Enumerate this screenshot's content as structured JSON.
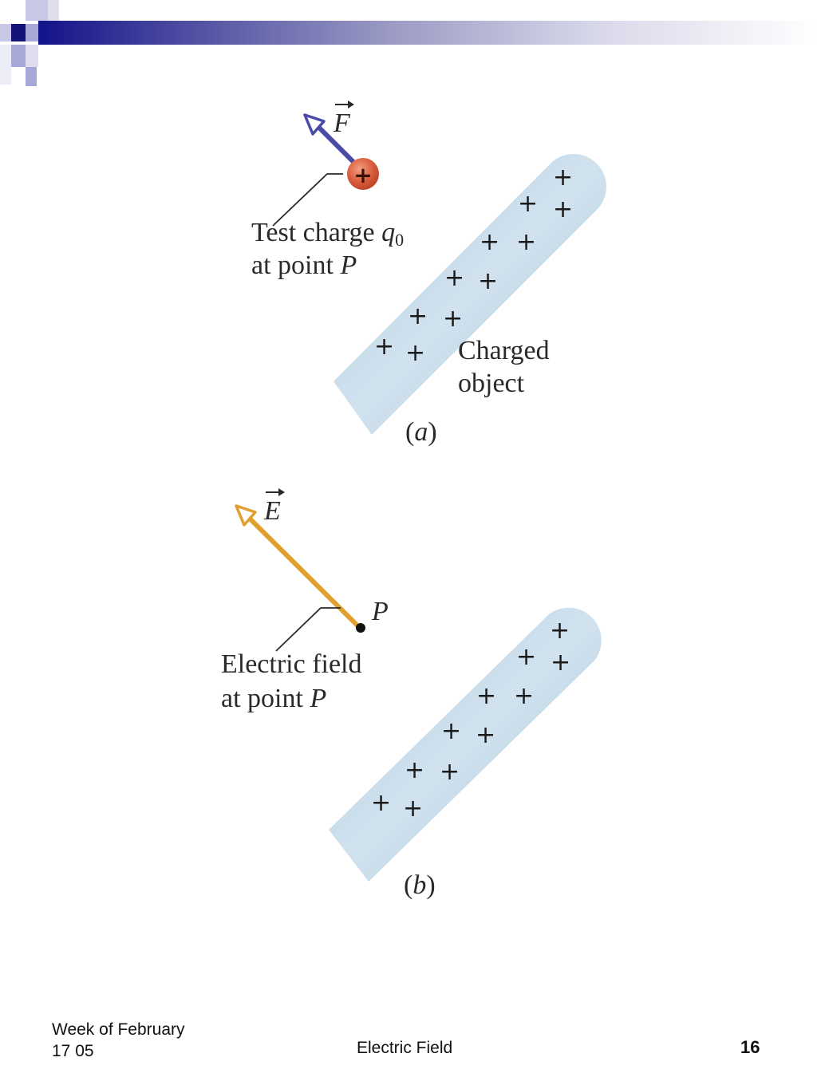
{
  "slide": {
    "footer": {
      "left_line1": "Week of February",
      "left_line2": "17 05",
      "center": "Electric Field",
      "page_number": "16"
    },
    "accent_colors": {
      "title_bar_dark": "#13138a",
      "square_dark": "#13137a",
      "square_light": "#a8a8d8",
      "force_arrow": "#4a4aa8",
      "field_arrow": "#e0a030",
      "test_charge": "#d85a3a",
      "charged_rod": "#b8d4e8"
    }
  },
  "diagram_a": {
    "vector_symbol": "F",
    "test_charge_sign": "+",
    "label_line1_text": "Test charge ",
    "label_line1_symbol": "q",
    "label_line1_subscript": "0",
    "label_line2_text": "at point ",
    "label_line2_symbol": "P",
    "object_label_line1": "Charged",
    "object_label_line2": "object",
    "caption_open": "(",
    "caption_letter": "a",
    "caption_close": ")",
    "plus_sign": "+"
  },
  "diagram_b": {
    "vector_symbol": "E",
    "point_label": "P",
    "label_line1": "Electric field",
    "label_line2_text": "at point ",
    "label_line2_symbol": "P",
    "caption_open": "(",
    "caption_letter": "b",
    "caption_close": ")",
    "plus_sign": "+"
  }
}
